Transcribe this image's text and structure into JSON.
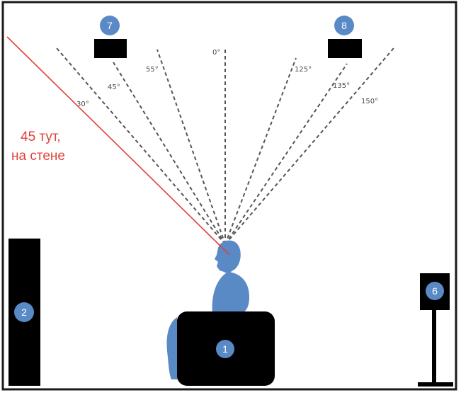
{
  "diagram": {
    "colors": {
      "frame": "#1a1a1a",
      "speaker": "#000000",
      "badge": "#5a8ac6",
      "person": "#5a8ac6",
      "guide_line": "#555555",
      "annotation": "#e0413a"
    },
    "angle_labels": {
      "a0": "0°",
      "a30": "30°",
      "a45": "45°",
      "a55": "55°",
      "a125": "125°",
      "a135": "135°",
      "a150": "150°"
    },
    "speakers": [
      {
        "id": "1",
        "label": "1"
      },
      {
        "id": "2",
        "label": "2"
      },
      {
        "id": "6",
        "label": "6"
      },
      {
        "id": "7",
        "label": "7"
      },
      {
        "id": "8",
        "label": "8"
      }
    ],
    "annotation": {
      "line1": "45 тут,",
      "line2": "на стене"
    }
  }
}
